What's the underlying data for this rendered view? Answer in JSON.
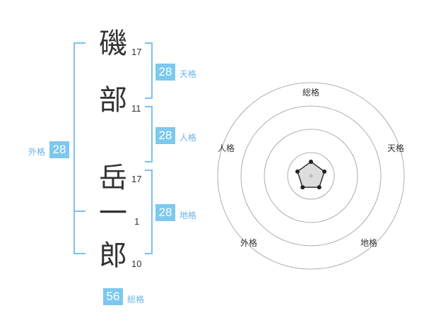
{
  "name": {
    "chars": [
      {
        "char": "磯",
        "strokes": "17"
      },
      {
        "char": "部",
        "strokes": "11"
      },
      {
        "char": "岳",
        "strokes": "17"
      },
      {
        "char": "一",
        "strokes": "1"
      },
      {
        "char": "郎",
        "strokes": "10"
      }
    ]
  },
  "fortunes": {
    "tenkaku": {
      "value": "28",
      "label": "天格"
    },
    "jinkaku": {
      "value": "28",
      "label": "人格"
    },
    "chikaku": {
      "value": "28",
      "label": "地格"
    },
    "gaikaku": {
      "value": "28",
      "label": "外格"
    },
    "soukaku": {
      "value": "56",
      "label": "総格"
    }
  },
  "radar": {
    "labels": {
      "soukaku": "総格",
      "tenkaku": "天格",
      "chikaku": "地格",
      "gaikaku": "外格",
      "jinkaku": "人格"
    },
    "levels": 4,
    "values": {
      "soukaku": 1,
      "tenkaku": 1,
      "chikaku": 1,
      "gaikaku": 1,
      "jinkaku": 1
    }
  },
  "colors": {
    "accent": "#7cc8ef",
    "bracket": "#7cc0ec",
    "text": "#333333"
  }
}
